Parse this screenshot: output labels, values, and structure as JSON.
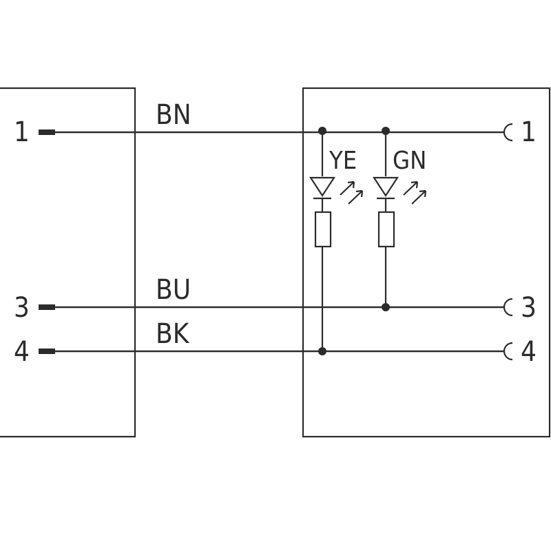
{
  "left_connector": {
    "pins": [
      "1",
      "3",
      "4"
    ]
  },
  "right_connector": {
    "pins": [
      "1",
      "3",
      "4"
    ]
  },
  "wires": [
    "BN",
    "BU",
    "BK"
  ],
  "leds": [
    "YE",
    "GN"
  ]
}
